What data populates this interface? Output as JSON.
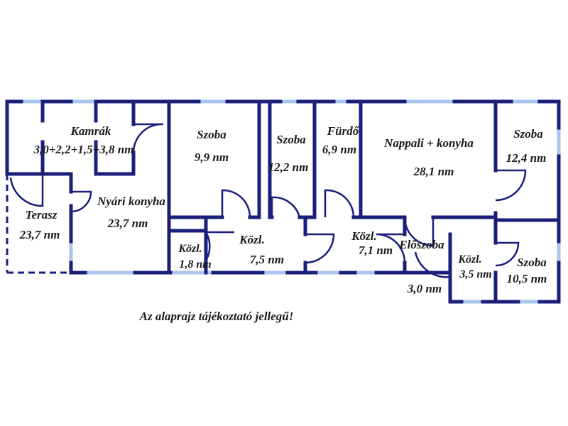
{
  "colors": {
    "wall": "#1a1f7a",
    "window": "#a9c7ee",
    "door": "#1a1f7a",
    "text": "#1a1a1a"
  },
  "rooms": {
    "kamrak": {
      "name": "Kamrák",
      "area": "3,0+2,2+1,5+3,8 nm"
    },
    "terasz": {
      "name": "Terasz",
      "area": "23,7 nm"
    },
    "nyari_konyha": {
      "name": "Nyári konyha",
      "area": "23,7 nm"
    },
    "szoba1": {
      "name": "Szoba",
      "area": "9,9 nm"
    },
    "szoba2": {
      "name": "Szoba",
      "area": "12,2 nm"
    },
    "furdo": {
      "name": "Fürdő",
      "area": "6,9 nm"
    },
    "nappali": {
      "name": "Nappali + konyha",
      "area": "28,1 nm"
    },
    "szoba3": {
      "name": "Szoba",
      "area": "12,4 nm"
    },
    "kozl1": {
      "name": "Közl.",
      "area": "1,8 nm"
    },
    "kozl2": {
      "name": "Közl.",
      "area": "7,5 nm"
    },
    "kozl3": {
      "name": "Közl.",
      "area": "7,1 nm"
    },
    "eloszoba": {
      "name": "Előszoba",
      "area": "3,0 nm"
    },
    "kozl4": {
      "name": "Közl.",
      "area": "3,5 nm"
    },
    "szoba4": {
      "name": "Szoba",
      "area": "10,5 nm"
    }
  },
  "disclaimer": "Az alaprajz tájékoztató jellegű!"
}
